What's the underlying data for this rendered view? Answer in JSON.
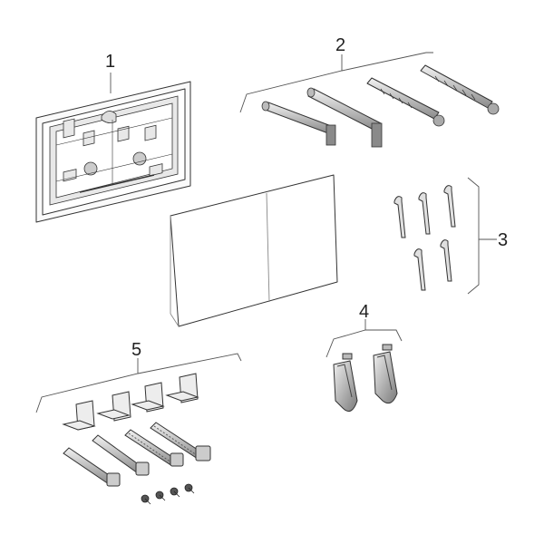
{
  "callouts": [
    {
      "id": "callout-1",
      "label": "1"
    },
    {
      "id": "callout-2",
      "label": "2"
    },
    {
      "id": "callout-3",
      "label": "3"
    },
    {
      "id": "callout-4",
      "label": "4"
    },
    {
      "id": "callout-5",
      "label": "5"
    }
  ],
  "colors": {
    "line": "#555555",
    "plate_fill": "#f4f4f4",
    "dark_part": "#9a9a9a",
    "light_part": "#e6e6e6"
  }
}
